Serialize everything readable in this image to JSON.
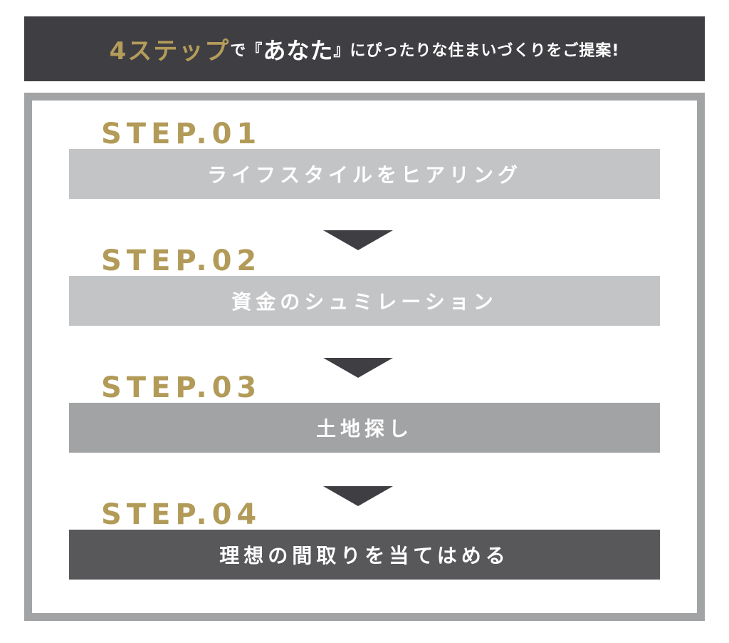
{
  "header": {
    "accent": "4ステップ",
    "part1": "で『",
    "emphasis": "あなた",
    "part2": "』にぴったりな住まいづくりをご提案!"
  },
  "steps": [
    {
      "label": "STEP.01",
      "text": "ライフスタイルをヒアリング",
      "bar_color": "#c3c4c6"
    },
    {
      "label": "STEP.02",
      "text": "資金のシュミレーション",
      "bar_color": "#c3c4c6"
    },
    {
      "label": "STEP.03",
      "text": "土地探し",
      "bar_color": "#a2a3a5"
    },
    {
      "label": "STEP.04",
      "text": "理想の間取りを当てはめる",
      "bar_color": "#58585b"
    }
  ],
  "colors": {
    "header_bg": "#3f3e43",
    "accent_gold": "#b29b58",
    "frame": "#a2a3a5",
    "arrow": "#3f3e43"
  },
  "icons": {
    "arrow": "down-triangle-arrow-icon"
  }
}
